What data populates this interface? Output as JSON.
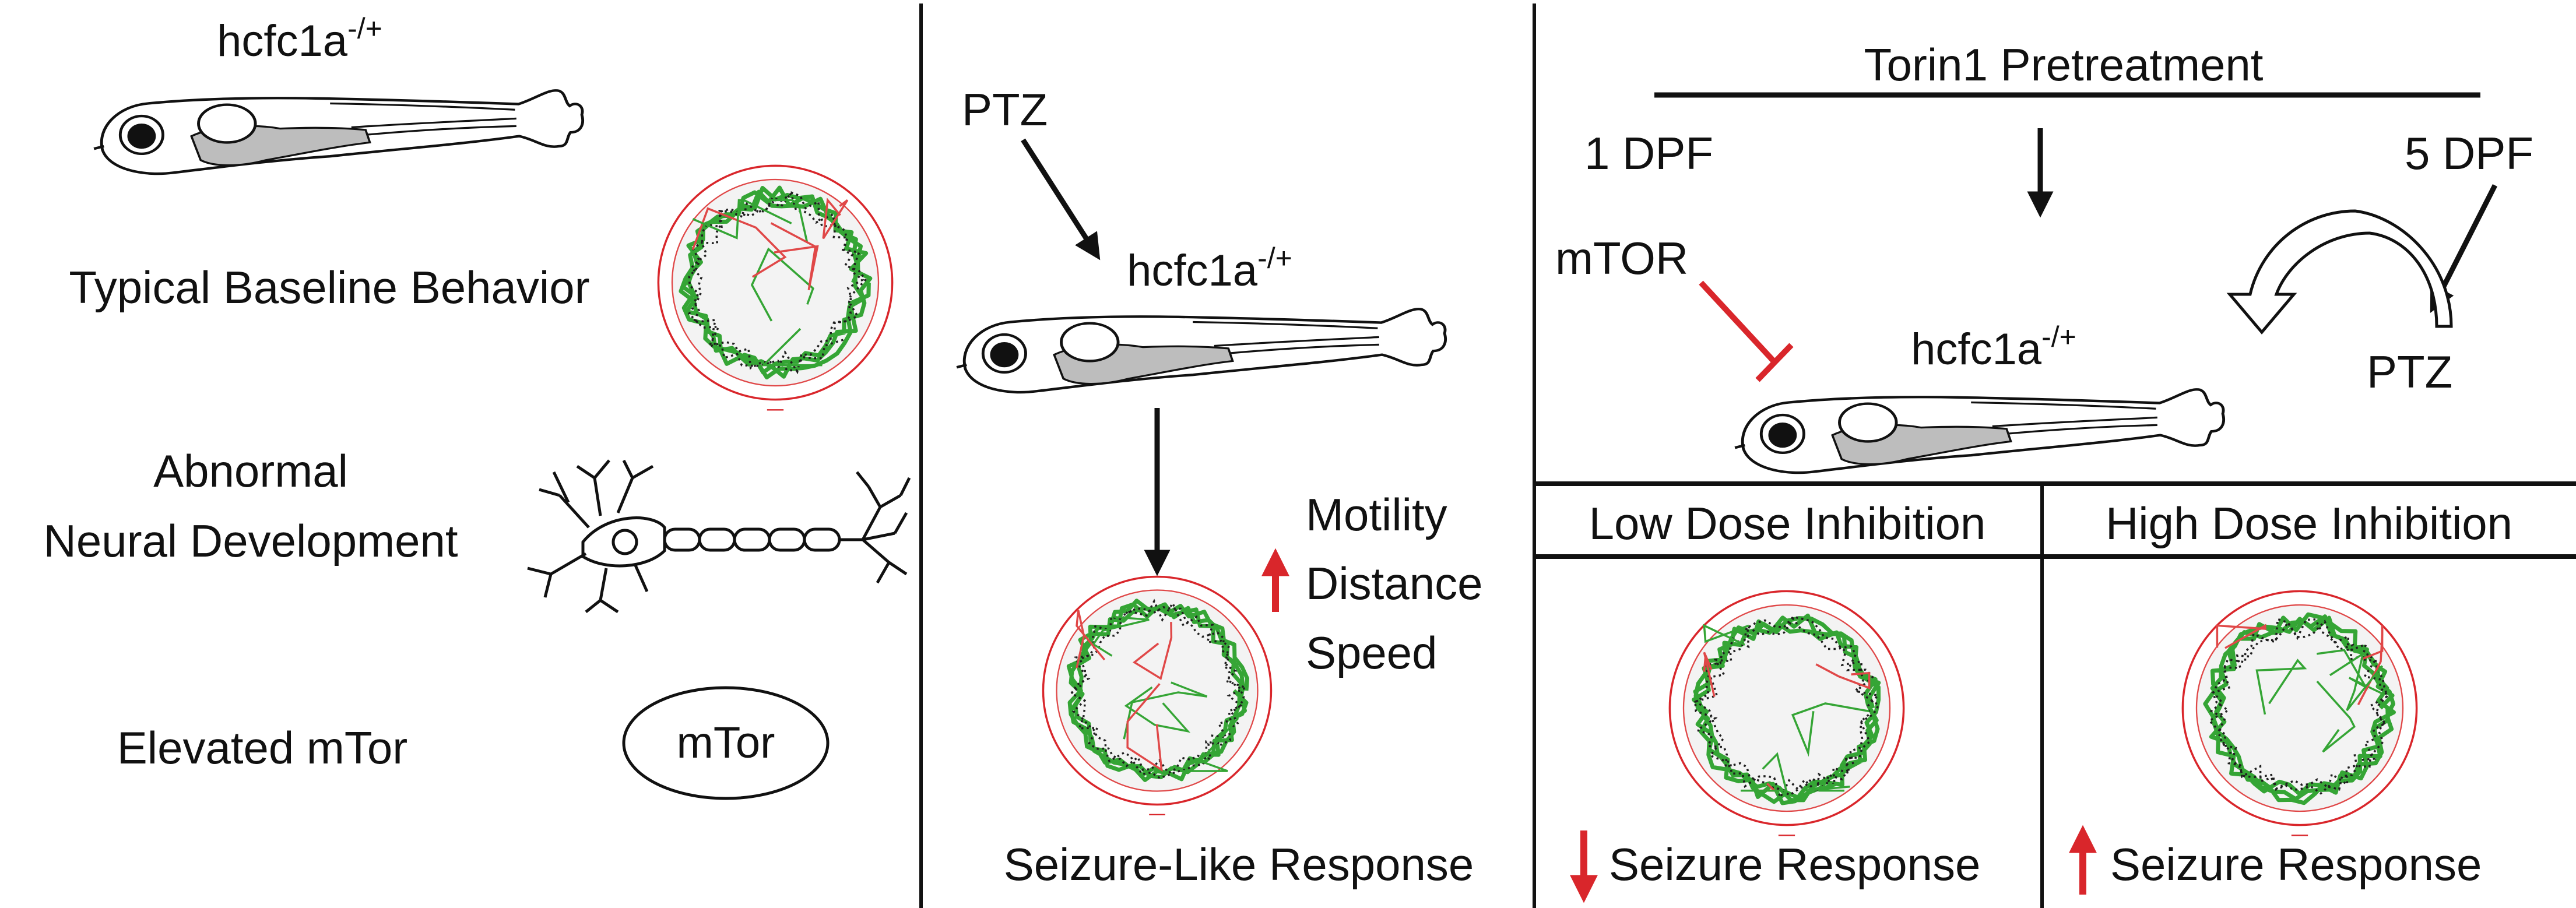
{
  "colors": {
    "line": "#111111",
    "accent": "#d9262b",
    "track_green": "#35a535",
    "track_red": "#e04848",
    "dish_fill": "#f3f3f3",
    "gill_fill": "#bdbdbd"
  },
  "icons": [
    "zebrafish-larva-icon",
    "neuron-icon",
    "tracking-dish-icon",
    "curved-arrow-icon",
    "inhibition-arrow-icon"
  ],
  "panel1": {
    "genotype": {
      "base": "hcfc1a",
      "sup": "-/+"
    },
    "behavior": "Typical Baseline Behavior",
    "neural_line1": "Abnormal",
    "neural_line2": "Neural Development",
    "mtor_label": "Elevated mTor",
    "mtor_badge": "mTor"
  },
  "panel2": {
    "drug": "PTZ",
    "genotype": {
      "base": "hcfc1a",
      "sup": "-/+"
    },
    "metrics": [
      "Motility",
      "Distance",
      "Speed"
    ],
    "response": "Seizure-Like Response"
  },
  "panel3": {
    "title": "Torin1 Pretreatment",
    "day1": "1 DPF",
    "day5": "5 DPF",
    "target": "mTOR",
    "genotype": {
      "base": "hcfc1a",
      "sup": "-/+"
    },
    "drug": "PTZ",
    "low_dose": {
      "header": "Low Dose Inhibition",
      "response": "Seizure Response",
      "direction": "down"
    },
    "high_dose": {
      "header": "High Dose Inhibition",
      "response": "Seizure Response",
      "direction": "up"
    }
  }
}
